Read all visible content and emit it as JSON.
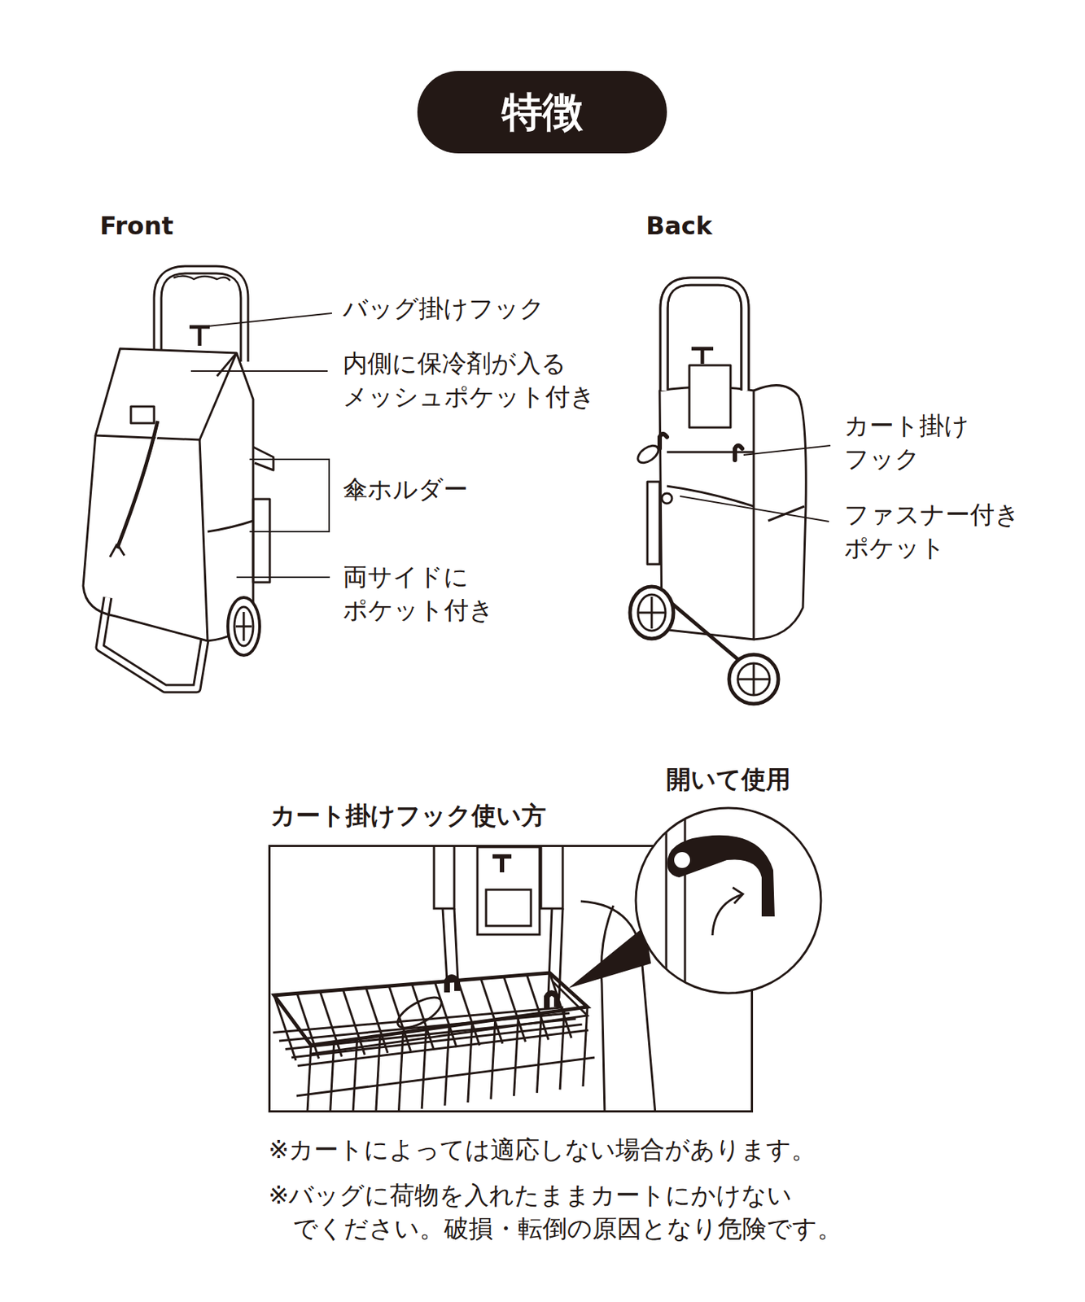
{
  "diagram": {
    "title": "特徴",
    "nodes": [
      {
        "text": [
          "カート掛けフック使い方"
        ]
      },
      {
        "text": [
          "開いて使用"
        ]
      }
    ],
    "labels": [
      "Front",
      "Back",
      "バッグ掛けフック",
      "内側に保冷剤が入る メッシュポケット付き",
      "傘ホルダー",
      "両サイドに ポケット付き",
      "カート掛け フック",
      "ファスナー付き ポケット",
      "※カートによっては適応しない場合があります。",
      "※バッグに荷物を入れたままカートにかけない でください。破損・転倒の原因となり危険です。"
    ]
  }
}
